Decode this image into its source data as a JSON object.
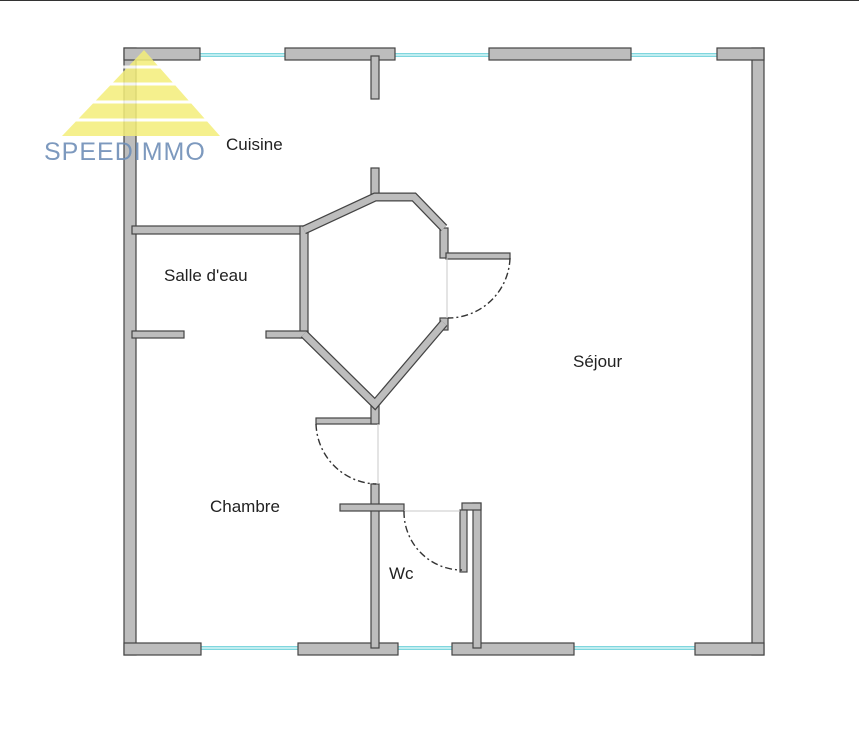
{
  "logo": {
    "text": "SPEEDIMMO",
    "color_triangle": "#f4ee7a",
    "color_text": "#6f8fb8"
  },
  "rooms": {
    "cuisine": "Cuisine",
    "salle_d_eau": "Salle d'eau",
    "sejour": "Séjour",
    "chambre": "Chambre",
    "wc": "Wc"
  },
  "colors": {
    "wall_fill": "#bdbdbd",
    "wall_stroke": "#444444",
    "window": "#7fd6de"
  }
}
